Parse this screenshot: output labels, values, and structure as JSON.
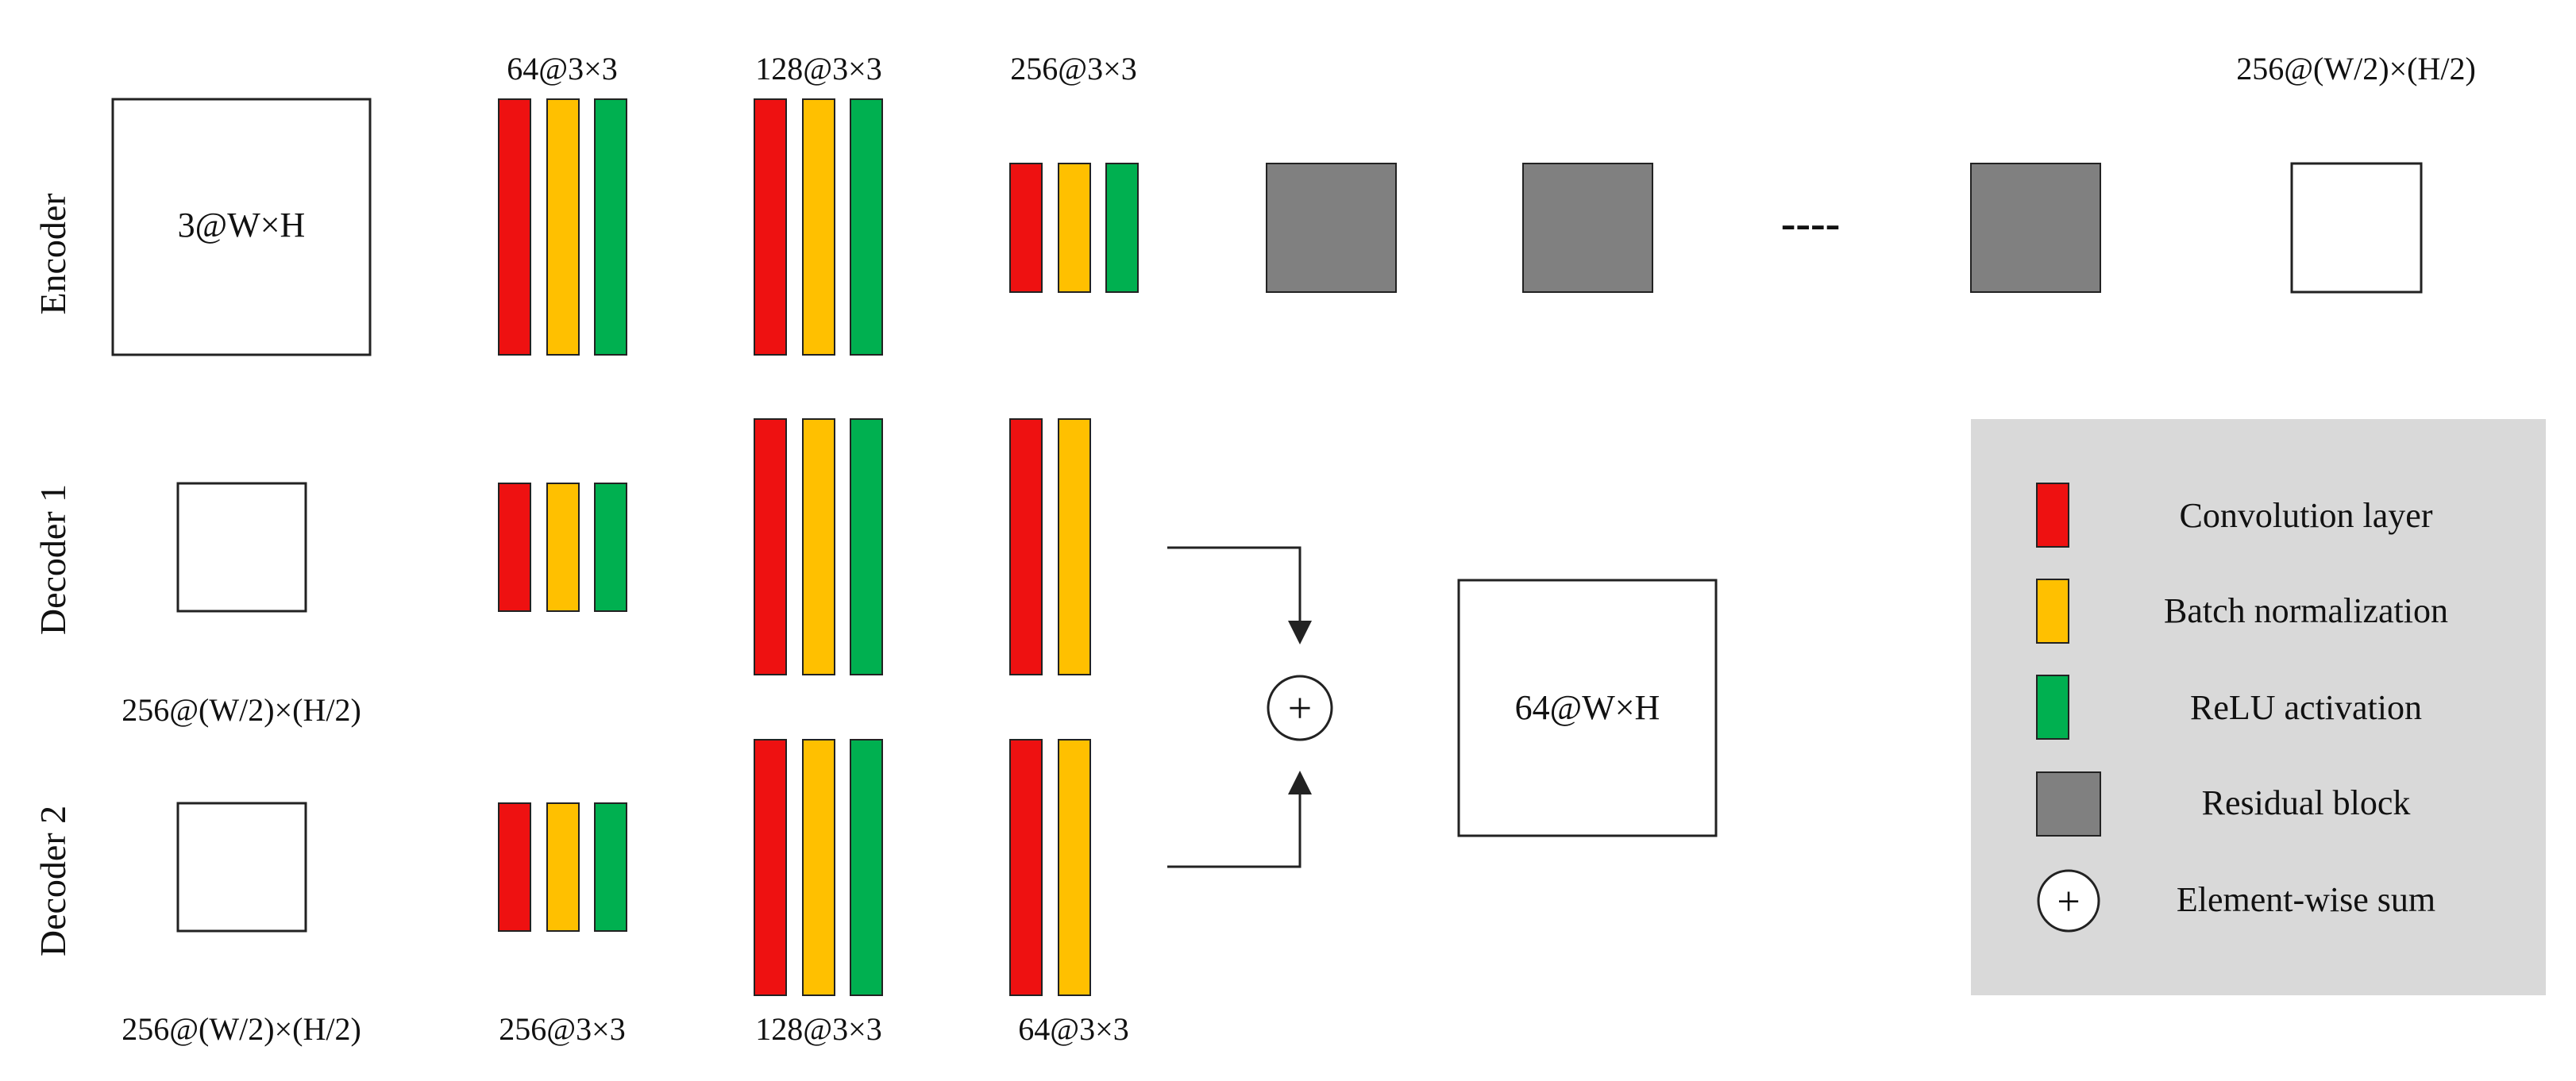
{
  "rows": {
    "encoder": "Encoder",
    "decoder1": "Decoder 1",
    "decoder2": "Decoder 2"
  },
  "encoder": {
    "input_label": "3@W×H",
    "conv_labels": [
      "64@3×3",
      "128@3×3",
      "256@3×3"
    ],
    "output_label": "256@(W/2)×(H/2)",
    "ellipsis": "----"
  },
  "decoder1": {
    "input_label": "256@(W/2)×(H/2)"
  },
  "decoder2": {
    "input_label": "256@(W/2)×(H/2)",
    "conv_labels": [
      "256@3×3",
      "128@3×3",
      "64@3×3"
    ]
  },
  "sum_symbol": "+",
  "output_label": "64@W×H",
  "legend": {
    "items": [
      {
        "label": "Convolution layer",
        "color": "#ee1111"
      },
      {
        "label": "Batch normalization",
        "color": "#ffc000"
      },
      {
        "label": "ReLU activation",
        "color": "#00b050"
      },
      {
        "label": "Residual block",
        "color": "#808080"
      },
      {
        "label": "Element-wise sum",
        "color": "#ffffff",
        "symbol": "+"
      }
    ]
  },
  "colors": {
    "conv": "#ee1111",
    "bn": "#ffc000",
    "relu": "#00b050",
    "residual": "#808080",
    "legend_bg": "#d9d9d9",
    "stroke": "#222222"
  }
}
